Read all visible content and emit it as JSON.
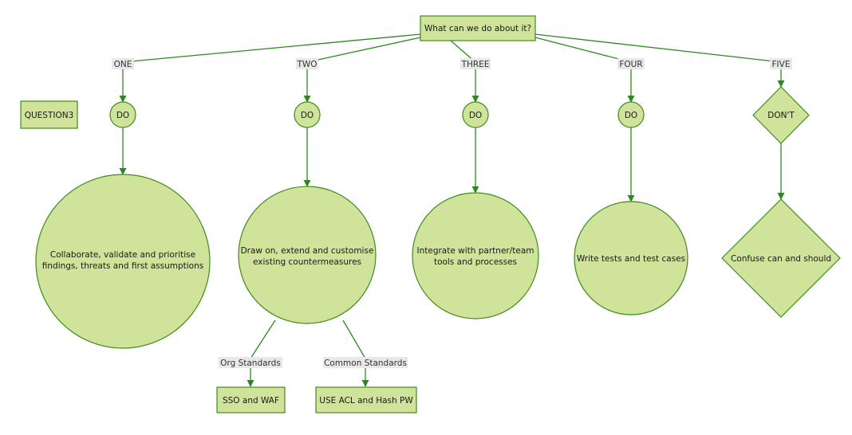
{
  "root": {
    "label": "What can we do about it?"
  },
  "question": {
    "label": "QUESTION3"
  },
  "branches": [
    {
      "edge_label": "ONE",
      "decision": "DO",
      "action_lines": [
        "Collaborate, validate and prioritise",
        "findings, threats and first assumptions"
      ]
    },
    {
      "edge_label": "TWO",
      "decision": "DO",
      "action_lines": [
        "Draw on, extend and customise",
        "existing countermeasures"
      ]
    },
    {
      "edge_label": "THREE",
      "decision": "DO",
      "action_lines": [
        "Integrate with partner/team",
        "tools and processes"
      ]
    },
    {
      "edge_label": "FOUR",
      "decision": "DO",
      "action_lines": [
        "Write tests and test cases"
      ]
    },
    {
      "edge_label": "FIVE",
      "decision": "DON'T",
      "action_lines": [
        "Confuse can and should"
      ]
    }
  ],
  "sub_branches": [
    {
      "edge_label": "Org Standards",
      "label": "SSO and WAF"
    },
    {
      "edge_label": "Common Standards",
      "label": "USE ACL and Hash PW"
    }
  ]
}
